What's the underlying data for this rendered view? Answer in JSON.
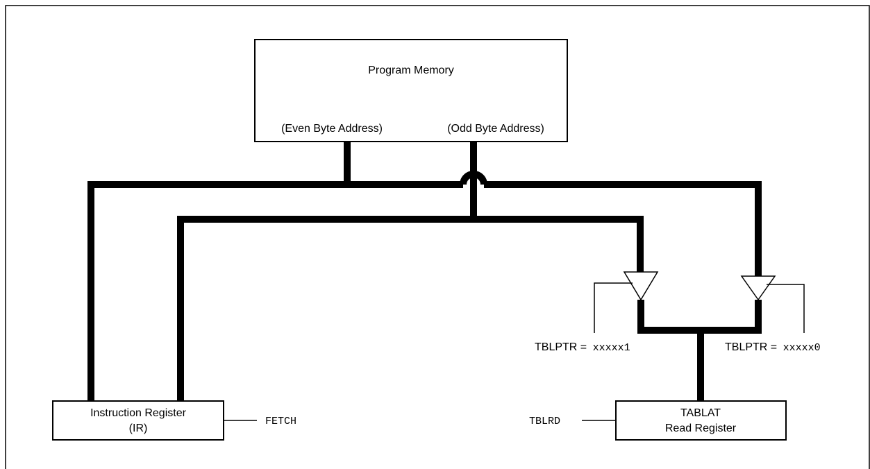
{
  "program_memory": {
    "title": "Program Memory",
    "even_label": "(Even Byte Address)",
    "odd_label": "(Odd Byte Address)"
  },
  "instruction_register": {
    "line1": "Instruction Register",
    "line2": "(IR)",
    "signal": "FETCH"
  },
  "tablat": {
    "line1": "TABLAT",
    "line2": "Read Register",
    "signal": "TBLRD"
  },
  "tblptr_left": {
    "label": "TBLPTR = ",
    "value": "xxxxx1"
  },
  "tblptr_right": {
    "label": "TBLPTR = ",
    "value": "xxxxx0"
  }
}
